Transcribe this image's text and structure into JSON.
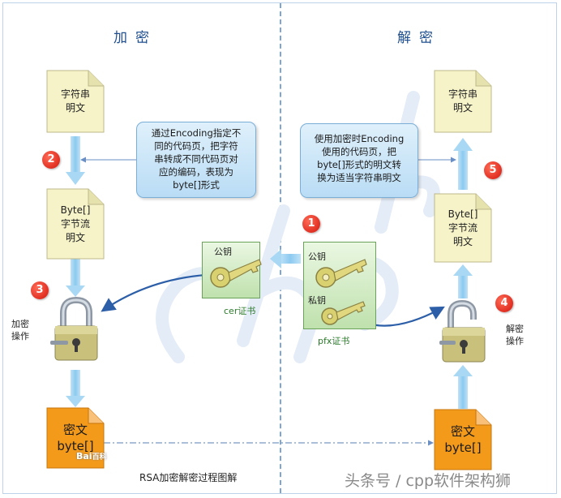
{
  "titles": {
    "encrypt": "加密",
    "decrypt": "解密"
  },
  "docs": {
    "plaintext_left": [
      "字符串",
      "明文"
    ],
    "bytes_left": [
      "Byte[]",
      "字节流",
      "明文"
    ],
    "cipher_left": [
      "密文",
      "byte[]"
    ],
    "plaintext_right": [
      "字符串",
      "明文"
    ],
    "bytes_right": [
      "Byte[]",
      "字节流",
      "明文"
    ],
    "cipher_right": [
      "密文",
      "byte[]"
    ]
  },
  "callouts": {
    "encoding_left": [
      "通过Encoding指定不",
      "同的代码页，把字符",
      "串转成不同代码页对",
      "应的编码，表现为",
      "byte[]形式"
    ],
    "encoding_right": [
      "使用加密时Encoding",
      "使用的代码页，把",
      "byte[]形式的明文转",
      "换为适当字符串明文"
    ]
  },
  "badges": {
    "b1": "1",
    "b2": "2",
    "b3": "3",
    "b4": "4",
    "b5": "5"
  },
  "labels": {
    "encrypt_op": [
      "加密",
      "操作"
    ],
    "decrypt_op": [
      "解密",
      "操作"
    ],
    "public_key_cer": "公钥",
    "cer_cert": "cer证书",
    "public_key_pfx": "公钥",
    "private_key_pfx": "私钥",
    "pfx_cert": "pfx证书",
    "caption": "RSA加密解密过程图解",
    "baidu_mark": "Bai",
    "baidu_mark2": "百科",
    "watermark": "头条号 / cpp软件架构狮"
  },
  "colors": {
    "arrow": "#8fc6ec",
    "doc_fill": "#f6f3c8",
    "cipher_fill": "#f49a1a",
    "badge": "#d4160c",
    "curve": "#2d5fa8"
  }
}
